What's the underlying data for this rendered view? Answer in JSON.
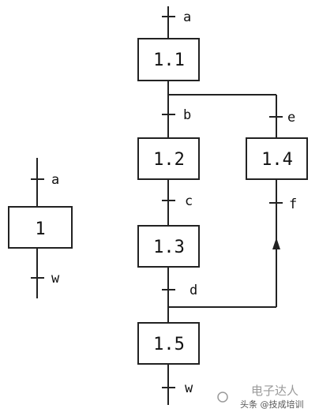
{
  "left_diagram": {
    "step": "1",
    "cond_in": "a",
    "cond_out": "w"
  },
  "right_diagram": {
    "steps": {
      "s11": "1.1",
      "s12": "1.2",
      "s13": "1.3",
      "s14": "1.4",
      "s15": "1.5"
    },
    "conditions": {
      "a": "a",
      "b": "b",
      "c": "c",
      "d": "d",
      "e": "e",
      "f": "f",
      "w": "w"
    }
  },
  "watermark": {
    "text_large": "电子达人",
    "text_small": "头条 @技成培训"
  },
  "colors": {
    "line": "#222222",
    "background": "#ffffff"
  }
}
